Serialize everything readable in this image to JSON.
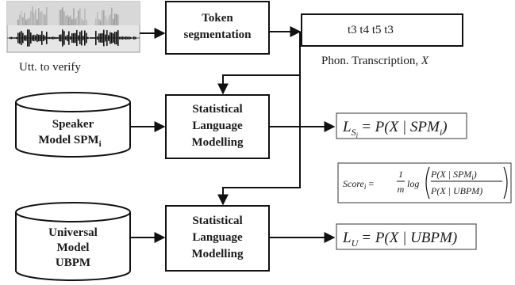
{
  "utterance": {
    "caption": "Utt. to verify"
  },
  "token_segmentation": {
    "line1": "Token",
    "line2": "segmentation"
  },
  "transcription": {
    "tokens": "t3 t4 t5 t3",
    "caption_prefix": "Phon. Transcription, ",
    "caption_var": "X"
  },
  "speaker_model": {
    "line1": "Speaker",
    "line2": "Model SPM",
    "subscript": "i"
  },
  "universal_model": {
    "line1": "Universal",
    "line2": "Model",
    "line3": "UBPM"
  },
  "slm_top": {
    "line1": "Statistical",
    "line2": "Language",
    "line3": "Modelling"
  },
  "slm_bottom": {
    "line1": "Statistical",
    "line2": "Language",
    "line3": "Modelling"
  },
  "eq_speaker": {
    "lhs": "L",
    "lhs_sub": "S",
    "lhs_subsub": "i",
    "rhs": "= P(X | SPM",
    "rhs_sub": "i",
    "rhs_end": ")"
  },
  "eq_score": {
    "lhs": "Score",
    "lhs_sub": "i",
    "eq": "=",
    "frac_num": "1",
    "frac_den": "m",
    "log": "log",
    "num": "P(X | SPM",
    "num_sub": "i",
    "num_end": ")",
    "den": "P(X | UBPM)"
  },
  "eq_universal": {
    "lhs": "L",
    "lhs_sub": "U",
    "rhs": "= P(X | UBPM)"
  }
}
